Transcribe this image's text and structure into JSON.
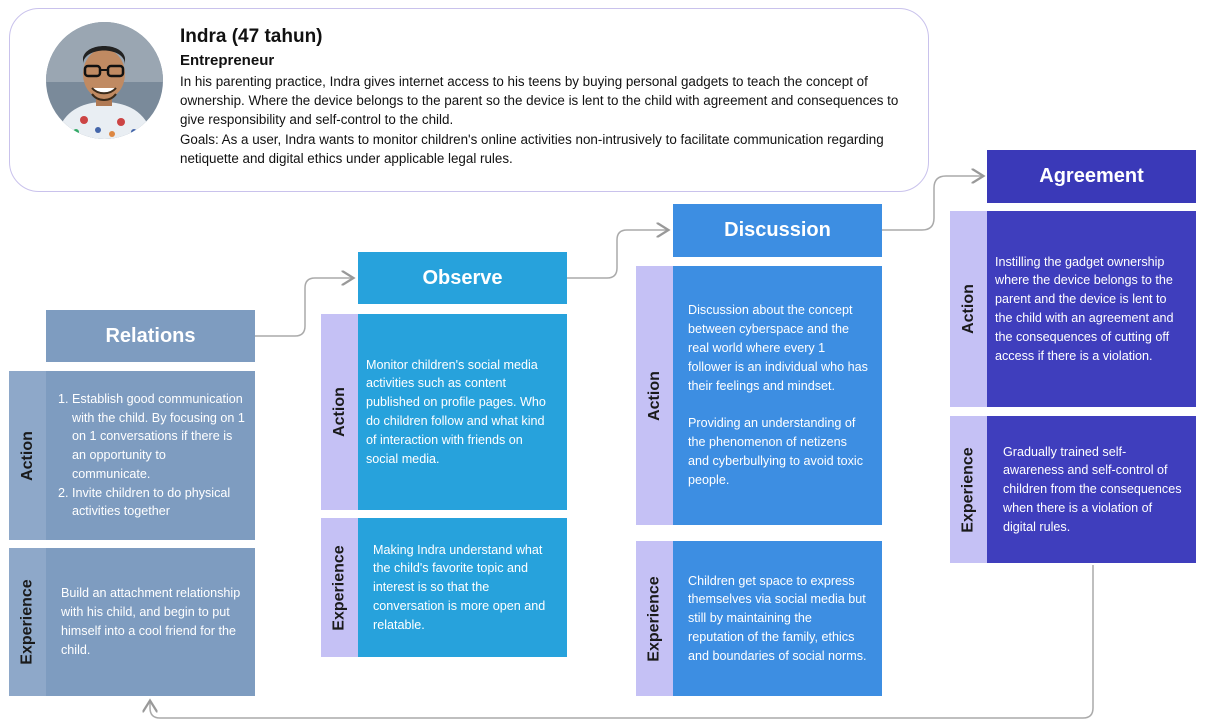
{
  "persona": {
    "name": "Indra (47 tahun)",
    "role": "Entrepreneur",
    "description": "In his parenting practice, Indra gives internet access to his teens by buying personal gadgets to teach the concept of ownership. Where the device belongs to the parent so the device is lent to the child with agreement and consequences to give responsibility and self-control to the child.",
    "goals": "Goals: As a user, Indra wants to monitor children's online activities non-intrusively to facilitate communication regarding netiquette and digital ethics under applicable legal rules."
  },
  "row_labels": {
    "action": "Action",
    "experience": "Experience"
  },
  "stages": {
    "relations": {
      "title": "Relations",
      "action_items": [
        "Establish good communication with the child. By focusing on 1 on 1 conversations if there is an opportunity to communicate.",
        "Invite children to do physical activities together"
      ],
      "experience": "Build an attachment relationship with his child, and begin to put himself into a cool friend for the child."
    },
    "observe": {
      "title": "Observe",
      "action": "Monitor children's social media activities such as content published on profile pages. Who do children follow and what kind of interaction with friends on social media.",
      "experience": "Making Indra understand what the child's favorite topic and interest is so that the conversation is more open and relatable."
    },
    "discussion": {
      "title": "Discussion",
      "action_1": "Discussion about the concept between cyberspace and the real world where every 1 follower is an individual who has their feelings and mindset.",
      "action_2": "Providing an understanding of the phenomenon of netizens and cyberbullying to avoid toxic people.",
      "experience": "Children get space to express themselves via social media but still by maintaining the reputation of the family, ethics and boundaries of social norms."
    },
    "agreement": {
      "title": "Agreement",
      "action": "Instilling the gadget ownership where the device belongs to the parent and the device is lent to the child with an agreement and the consequences of cutting off access if there is a violation.",
      "experience": "Gradually trained self-awareness and self-control of children from the consequences when there is a violation of digital rules."
    }
  },
  "colors": {
    "relations": "#7e9cc0",
    "observe": "#27a2dc",
    "discussion": "#3d8ee2",
    "agreement": "#3f3ebd",
    "tab_lavender": "#c5c1f5",
    "persona_border": "#c9c2ec"
  }
}
